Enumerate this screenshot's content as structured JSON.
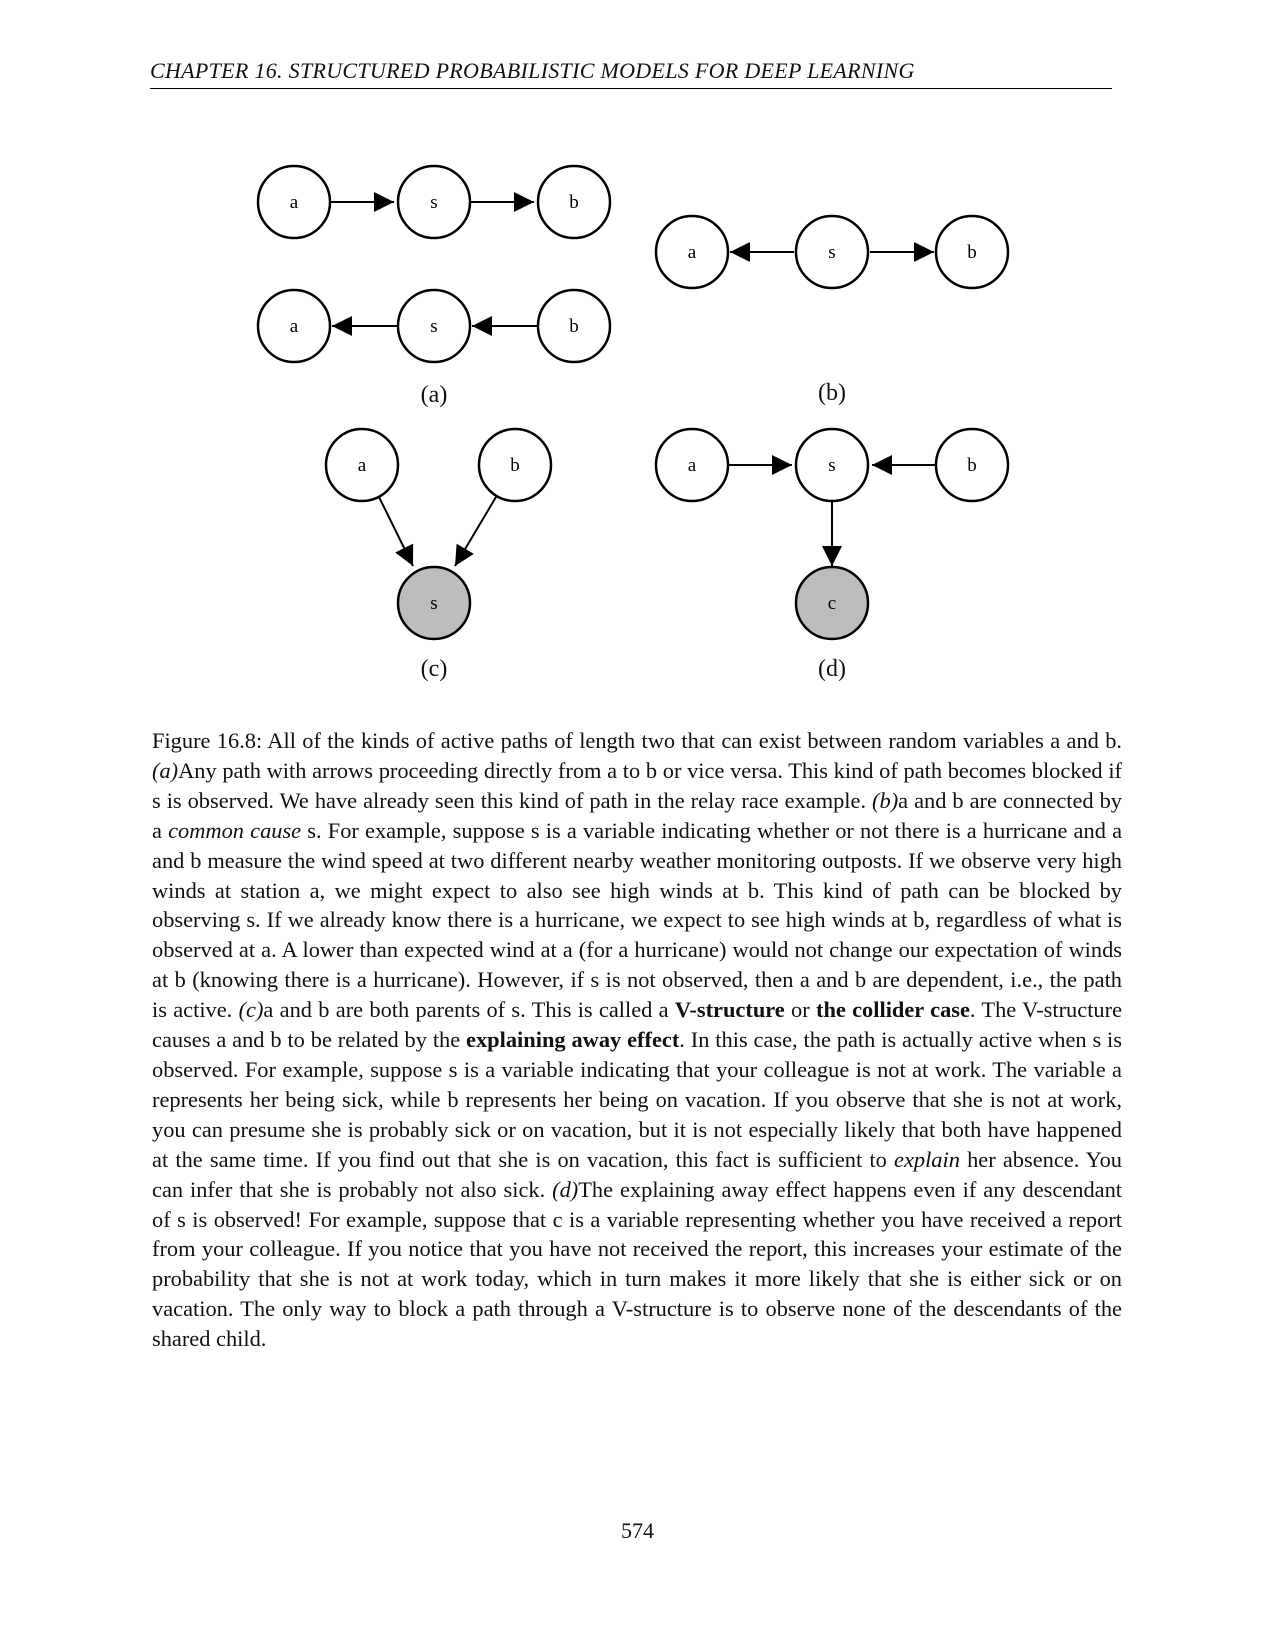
{
  "header": {
    "running_title": "CHAPTER 16.  STRUCTURED PROBABILISTIC MODELS FOR DEEP LEARNING"
  },
  "figure": {
    "colors": {
      "observed_fill": "#bdbdbd",
      "stroke": "#000000"
    },
    "panels": [
      {
        "id": "a",
        "label": "(a)",
        "rows": [
          {
            "nodes": [
              "a",
              "s",
              "b"
            ],
            "arrows": "left-to-right"
          },
          {
            "nodes": [
              "a",
              "s",
              "b"
            ],
            "arrows": "right-to-left"
          }
        ]
      },
      {
        "id": "b",
        "label": "(b)",
        "nodes": [
          "a",
          "s",
          "b"
        ],
        "arrows": [
          "s -> a",
          "s -> b"
        ]
      },
      {
        "id": "c",
        "label": "(c)",
        "nodes": [
          "a",
          "b",
          "s"
        ],
        "observed": [
          "s"
        ],
        "arrows": [
          "a -> s",
          "b -> s"
        ]
      },
      {
        "id": "d",
        "label": "(d)",
        "nodes": [
          "a",
          "s",
          "b",
          "c"
        ],
        "observed": [
          "c"
        ],
        "arrows": [
          "a -> s",
          "b -> s",
          "s -> c"
        ]
      }
    ]
  },
  "caption": {
    "p01": "Figure 16.8: All of the kinds of active paths of length two that can exist between random variables ",
    "p02": "a",
    "p03": " and ",
    "p04": "b",
    "p05": ". ",
    "p06": "(a)",
    "p07": "Any path with arrows proceeding directly from ",
    "p08": "a",
    "p09": " to ",
    "p10": "b",
    "p11": " or vice versa. This kind of path becomes blocked if ",
    "p12": "s",
    "p13": " is observed. We have already seen this kind of path in the relay race example. ",
    "p14": "(b)",
    "p15": "a",
    "p16": " and ",
    "p17": "b",
    "p18": " are connected by a ",
    "p19": "common cause",
    "p20": " s. For example, suppose ",
    "p21": "s",
    "p22": " is a variable indicating whether or not there is a hurricane and ",
    "p23": "a",
    "p24": " and ",
    "p25": "b",
    "p26": " measure the wind speed at two different nearby weather monitoring outposts. If we observe very high winds at station ",
    "p27": "a",
    "p28": ", we might expect to also see high winds at ",
    "p29": "b",
    "p30": ". This kind of path can be blocked by observing ",
    "p31": "s",
    "p32": ". If we already know there is a hurricane, we expect to see high winds at ",
    "p33": "b",
    "p34": ", regardless of what is observed at ",
    "p35": "a",
    "p36": ". A lower than expected wind at ",
    "p37": "a",
    "p38": " (for a hurricane) would not change our expectation of winds at ",
    "p39": "b",
    "p40": " (knowing there is a hurricane). However, if ",
    "p41": "s",
    "p42": " is not observed, then ",
    "p43": "a",
    "p44": " and ",
    "p45": "b",
    "p46": " are dependent, i.e., the path is active. ",
    "p47": "(c)",
    "p48": "a",
    "p49": " and ",
    "p50": "b",
    "p51": " are both parents of ",
    "p52": "s",
    "p53": ". This is called a ",
    "p54": "V-structure",
    "p55": " or ",
    "p56": "the collider case",
    "p57": ". The V-structure causes ",
    "p58": "a",
    "p59": " and ",
    "p60": "b",
    "p61": " to be related by the ",
    "p62": "explaining away effect",
    "p63": ". In this case, the path is actually active when ",
    "p64": "s",
    "p65": " is observed. For example, suppose ",
    "p66": "s",
    "p67": " is a variable indicating that your colleague is not at work. The variable ",
    "p68": "a",
    "p69": " represents her being sick, while ",
    "p70": "b",
    "p71": " represents her being on vacation. If you observe that she is not at work, you can presume she is probably sick or on vacation, but it is not especially likely that both have happened at the same time. If you find out that she is on vacation, this fact is sufficient to ",
    "p72": "explain",
    "p73": " her absence. You can infer that she is probably not also sick. ",
    "p74": "(d)",
    "p75": "The explaining away effect happens even if any descendant of ",
    "p76": "s",
    "p77": " is observed! For example, suppose that ",
    "p78": "c",
    "p79": " is a variable representing whether you have received a report from your colleague. If you notice that you have not received the report, this increases your estimate of the probability that she is not at work today, which in turn makes it more likely that she is either sick or on vacation. The only way to block a path through a V-structure is to observe none of the descendants of the shared child."
  },
  "footer": {
    "page_number": "574"
  }
}
